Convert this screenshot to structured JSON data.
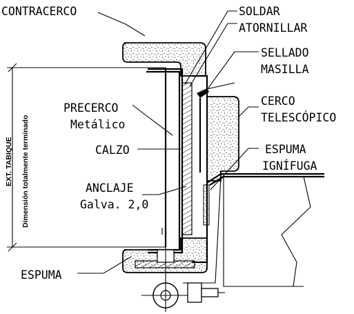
{
  "labels": {
    "contracerco": "CONTRACERCO",
    "soldar": "SOLDAR",
    "atornillar": "ATORNILLAR",
    "sellado": "SELLADO",
    "masilla": "MASILLA",
    "cerco": "CERCO",
    "telescopico": "TELESCÓPICO",
    "precerco": "PRECERCO",
    "metalico": "Metálico",
    "calzo": "CALZO",
    "espuma_ignifuga_1": "ESPUMA",
    "espuma_ignifuga_2": "IGNÍFUGA",
    "anclaje": "ANCLAJE",
    "galva": "Galva. 2,0",
    "espuma": "ESPUMA",
    "ext_tabique": "EXT. TABIQUE",
    "dimension": "Dimensión totalmente terminado"
  },
  "colors": {
    "line": "#000000",
    "background": "#ffffff"
  }
}
